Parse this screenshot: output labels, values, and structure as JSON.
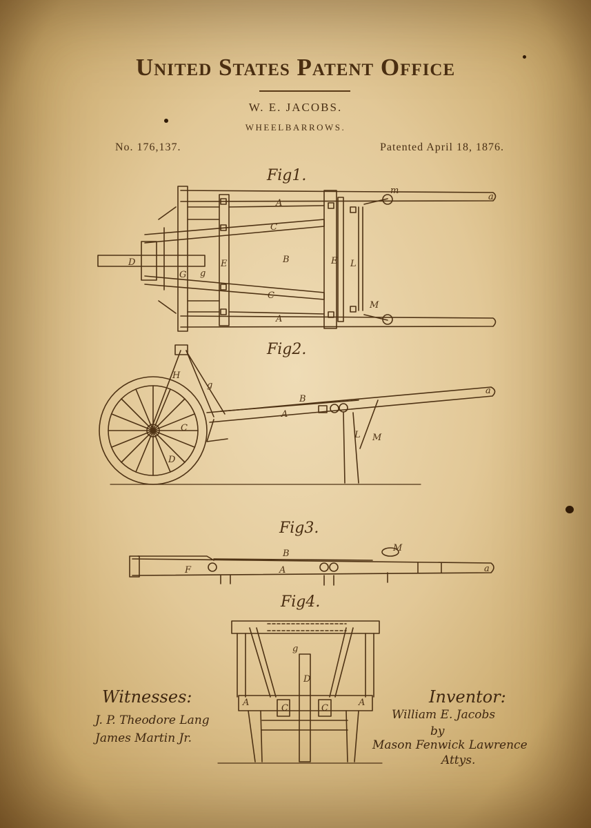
{
  "header": {
    "title": "United States Patent Office",
    "inventor": "W. E. JACOBS.",
    "subject": "WHEELBARROWS.",
    "patent_number": "No. 176,137.",
    "patent_date": "Patented April 18, 1876."
  },
  "figures": {
    "fig1": "Fig1.",
    "fig2": "Fig2.",
    "fig3": "Fig3.",
    "fig4": "Fig4."
  },
  "signatures": {
    "witnesses_heading": "Witnesses:",
    "witness_1": "J. P. Theodore Lang",
    "witness_2": "James Martin Jr.",
    "inventor_heading": "Inventor:",
    "inventor_signature": "William E. Jacobs",
    "by": "by",
    "attorney": "Mason Fenwick Lawrence",
    "attys": "Attys."
  },
  "colors": {
    "paper": "#e2c897",
    "ink": "#4a3015"
  }
}
